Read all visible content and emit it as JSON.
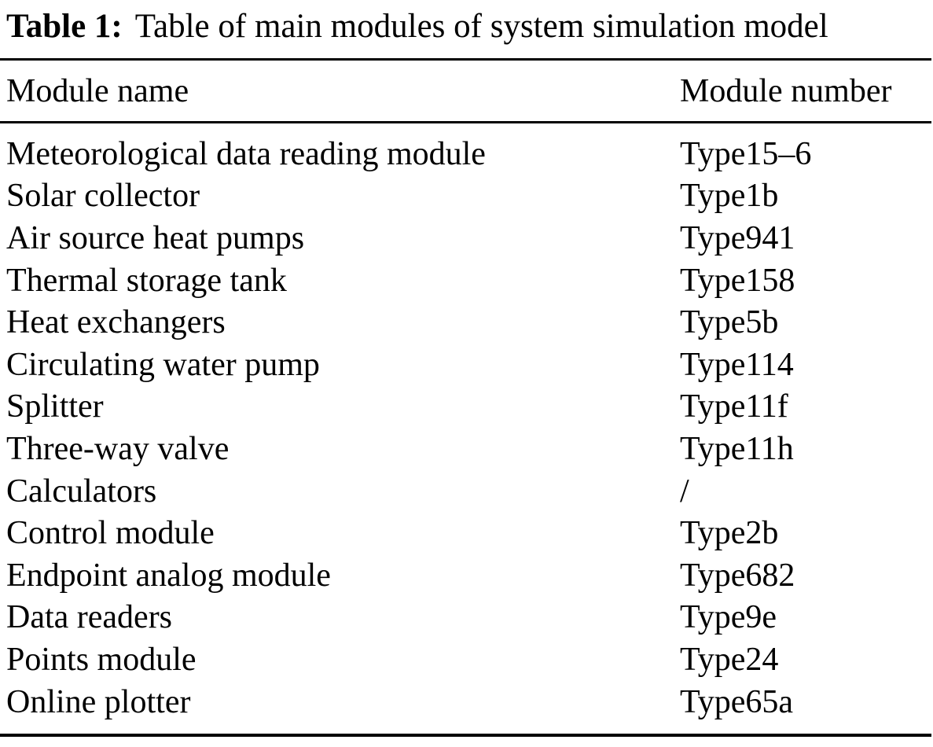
{
  "caption": {
    "label": "Table 1:",
    "title": "Table of main modules of system simulation model"
  },
  "table": {
    "headers": [
      "Module name",
      "Module number"
    ],
    "rows": [
      {
        "name": "Meteorological data reading module",
        "number": "Type15–6"
      },
      {
        "name": "Solar collector",
        "number": "Type1b"
      },
      {
        "name": "Air source heat pumps",
        "number": "Type941"
      },
      {
        "name": "Thermal storage tank",
        "number": "Type158"
      },
      {
        "name": "Heat exchangers",
        "number": "Type5b"
      },
      {
        "name": "Circulating water pump",
        "number": "Type114"
      },
      {
        "name": "Splitter",
        "number": "Type11f"
      },
      {
        "name": "Three-way valve",
        "number": "Type11h"
      },
      {
        "name": "Calculators",
        "number": "/"
      },
      {
        "name": "Control module",
        "number": "Type2b"
      },
      {
        "name": "Endpoint analog module",
        "number": "Type682"
      },
      {
        "name": "Data readers",
        "number": "Type9e"
      },
      {
        "name": "Points module",
        "number": "Type24"
      },
      {
        "name": "Online plotter",
        "number": "Type65a"
      }
    ]
  }
}
